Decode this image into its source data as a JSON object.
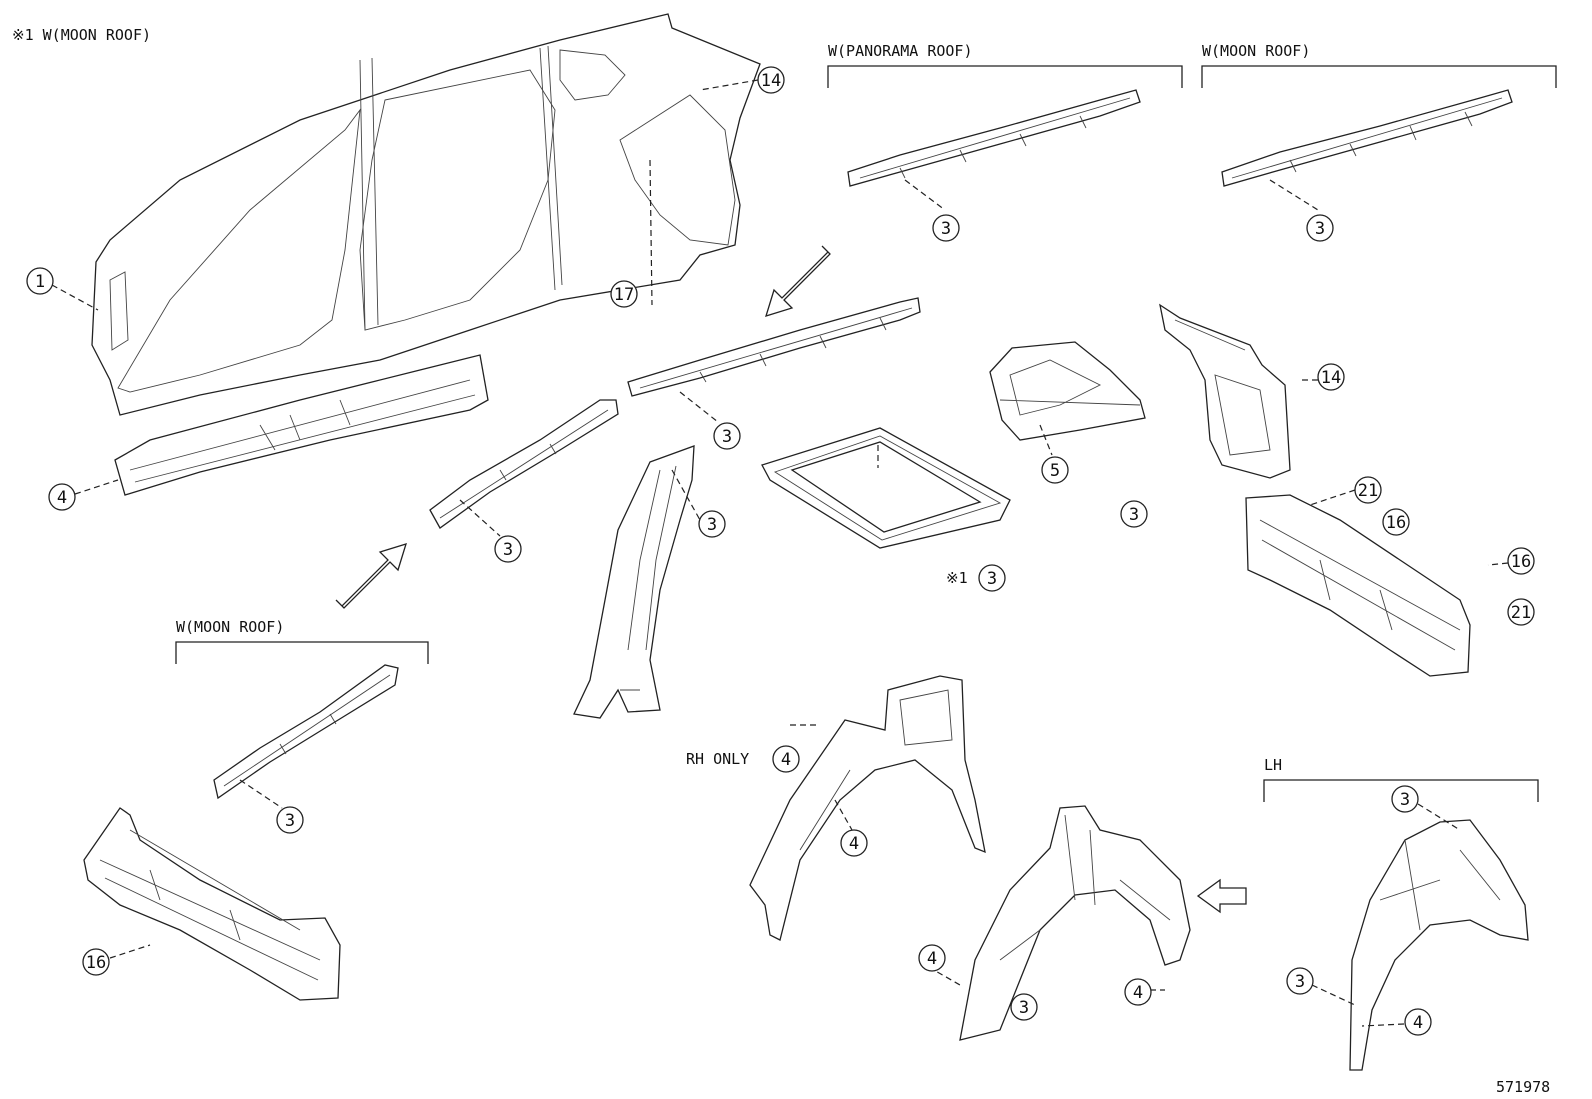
{
  "notes": {
    "moon_roof_note": "※1 W(MOON ROOF)",
    "figure_id": "571978"
  },
  "group_labels": {
    "panorama_roof": "W(PANORAMA ROOF)",
    "moon_roof_top": "W(MOON ROOF)",
    "moon_roof_left": "W(MOON ROOF)",
    "lh": "LH",
    "rh_only": "RH ONLY",
    "note_marker": "※1"
  },
  "callouts": {
    "c1": "1",
    "c14a": "14",
    "c17": "17",
    "c3_panorama": "3",
    "c3_moon_top": "3",
    "c3_roof_rail": "3",
    "c4_rocker": "4",
    "c3_front_rail": "3",
    "c3_pillar": "3",
    "c3_sunroof": "3",
    "c5": "5",
    "c3_bracket": "3",
    "c14b": "14",
    "c21a": "21",
    "c16a": "16",
    "c16b": "16",
    "c21b": "21",
    "c3_moon_left": "3",
    "c16c": "16",
    "c4_rh_only": "4",
    "c4_wheel_lower": "4",
    "c4_wh_left": "4",
    "c3_wh": "3",
    "c4_wh_right": "4",
    "c3_lh_top": "3",
    "c3_lh_left": "3",
    "c4_lh": "4"
  },
  "icons": [
    "direction-arrow",
    "callout-circle",
    "body-panel-drawing"
  ]
}
